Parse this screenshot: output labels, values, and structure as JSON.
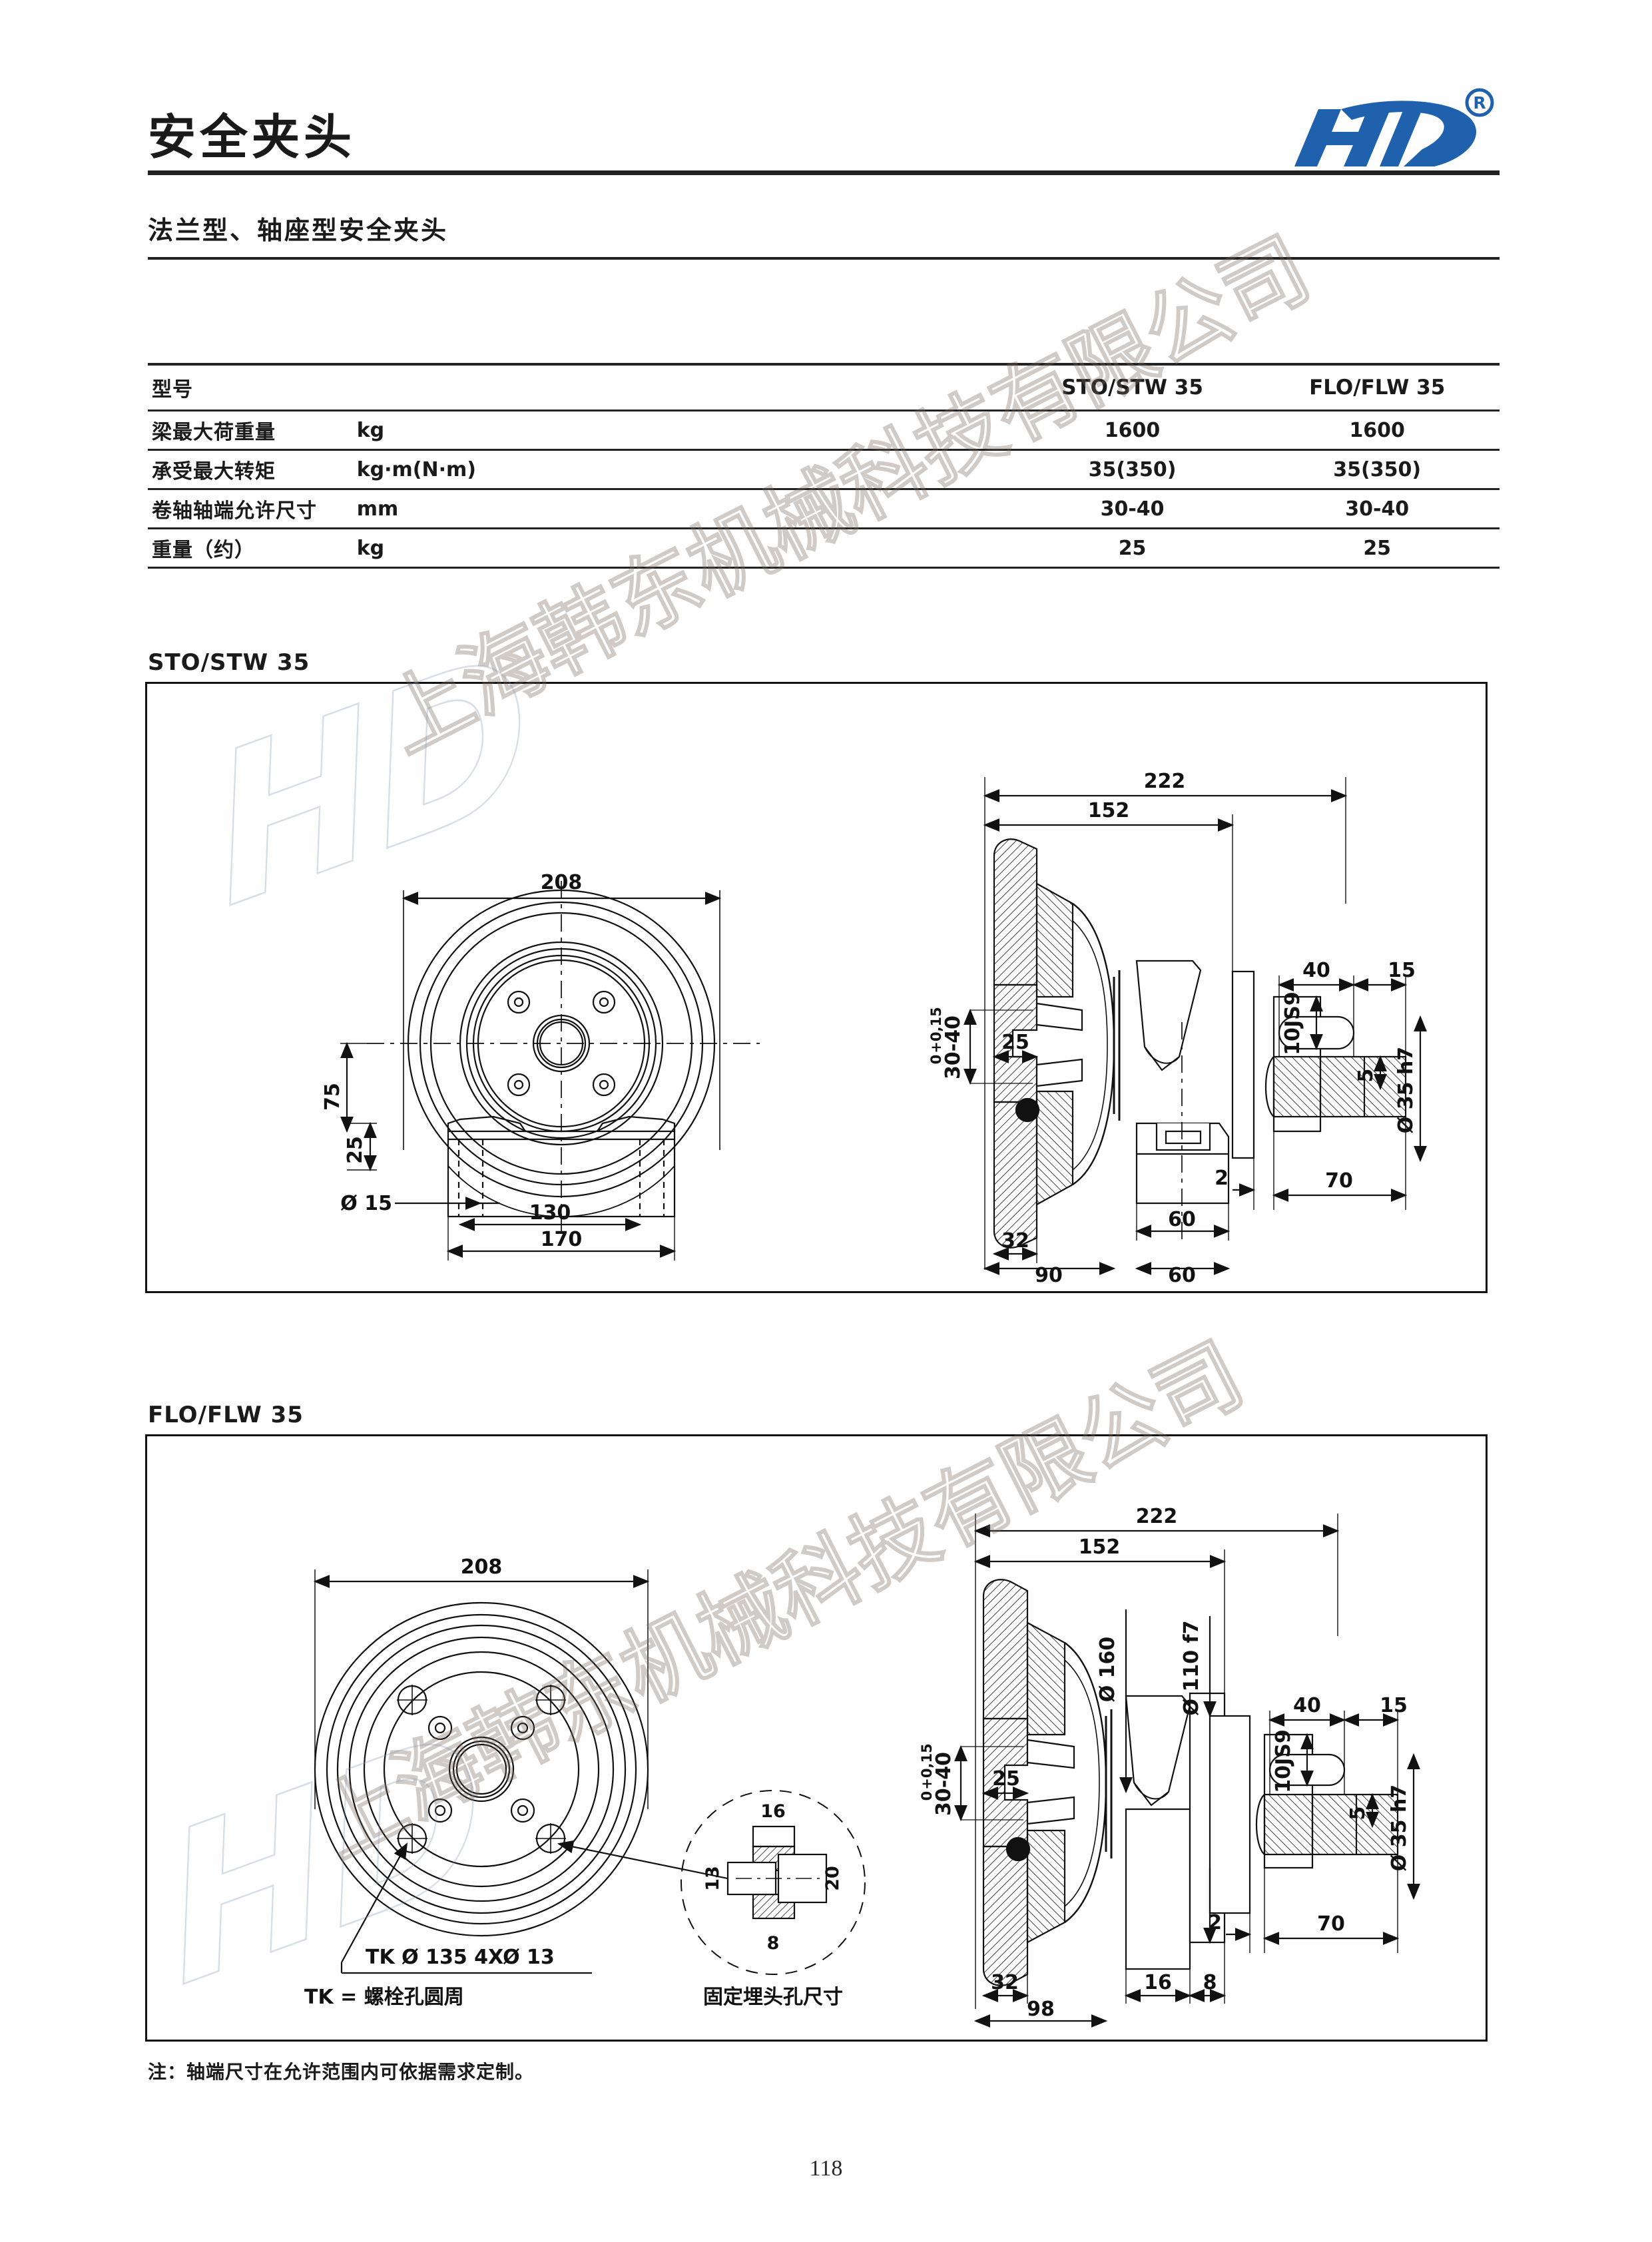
{
  "header": {
    "title": "安全夹头",
    "subtitle": "法兰型、轴座型安全夹头",
    "logo_text": "HD",
    "logo_trademark": "®",
    "logo_color": "#1f61ad"
  },
  "watermark": {
    "text": "上海韩东机械科技有限公司",
    "logo": "HD"
  },
  "spec_table": {
    "columns": [
      "型号",
      "",
      "",
      "STO/STW 35",
      "FLO/FLW 35"
    ],
    "rows": [
      {
        "name": "型号",
        "unit": "",
        "sto": "STO/STW 35",
        "flo": "FLO/FLW 35"
      },
      {
        "name": "梁最大荷重量",
        "unit": "kg",
        "sto": "1600",
        "flo": "1600"
      },
      {
        "name": "承受最大转矩",
        "unit": "kg·m(N·m)",
        "sto": "35(350)",
        "flo": "35(350)"
      },
      {
        "name": "卷轴轴端允许尺寸",
        "unit": "mm",
        "sto": "30-40",
        "flo": "30-40"
      },
      {
        "name": "重量（约）",
        "unit": "kg",
        "sto": "25",
        "flo": "25"
      }
    ]
  },
  "drawing1": {
    "label": "STO/STW 35",
    "front_dims": {
      "overall_width": "208",
      "center_height": "75",
      "foot_height": "25",
      "hole_dia": "Ø 15",
      "hole_pitch": "130",
      "foot_width": "170"
    },
    "section_dims": {
      "overall_length": "222",
      "body_length": "152",
      "key_length": "40",
      "end_step": "15",
      "keyway": "10JS9",
      "shaft_dia": "Ø 35 h7",
      "key_depth": "5",
      "bore": "30-40",
      "bore_tol_upper": "+0,15",
      "bore_tol_lower": "0",
      "bore_depth": "25",
      "gap": "2",
      "shaft_len": "70",
      "flange_w": "60",
      "hub_len": "32",
      "base_len": "90",
      "base_w2": "60"
    }
  },
  "drawing2": {
    "label": "FLO/FLW 35",
    "front_dims": {
      "overall_width": "208",
      "bolt_circle_note": "TK Ø 135  4XØ 13",
      "tk_legend": "TK = 螺栓孔圆周"
    },
    "detail": {
      "title": "固定埋头孔尺寸",
      "d_16": "16",
      "d_13": "13",
      "d_20": "20",
      "d_8": "8"
    },
    "section_dims": {
      "overall_length": "222",
      "body_length": "152",
      "key_length": "40",
      "end_step": "15",
      "flange_od": "Ø 160",
      "pilot_dia": "Ø 110 f7",
      "keyway": "10JS9",
      "shaft_dia": "Ø 35 h7",
      "key_depth": "5",
      "bore": "30-40",
      "bore_tol_upper": "+0,15",
      "bore_tol_lower": "0",
      "bore_depth": "25",
      "gap": "2",
      "shaft_len": "70",
      "hub_len": "32",
      "flange_t": "16",
      "plate_t": "8",
      "base_len": "98"
    }
  },
  "footer": {
    "note": "注：轴端尺寸在允许范围内可依据需求定制。",
    "page_number": "118"
  }
}
